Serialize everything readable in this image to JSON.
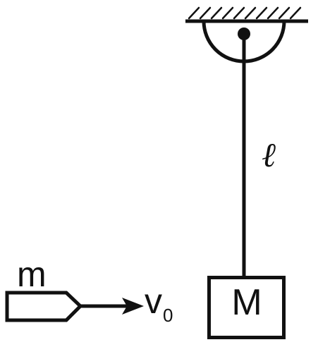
{
  "labels": {
    "bullet_mass": "m",
    "velocity": "v",
    "velocity_subscript": "0",
    "block_mass": "M",
    "string_length": "ℓ"
  }
}
